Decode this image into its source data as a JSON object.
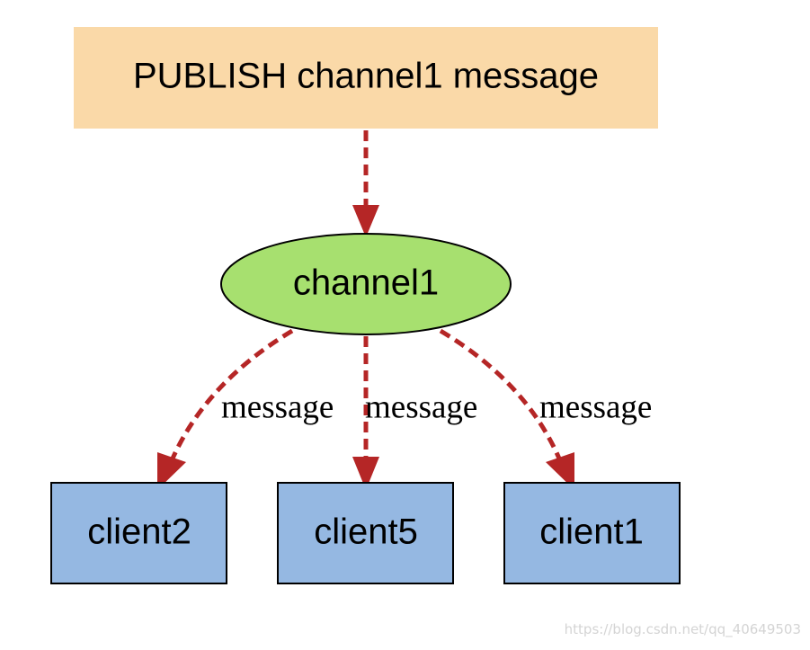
{
  "diagram": {
    "publish_box": {
      "label": "PUBLISH channel1 message",
      "fill": "#fad9a8"
    },
    "channel": {
      "label": "channel1",
      "fill": "#a7e06f"
    },
    "clients": [
      {
        "label": "client2"
      },
      {
        "label": "client5"
      },
      {
        "label": "client1"
      }
    ],
    "client_fill": "#95b8e2",
    "edges": [
      {
        "from": "publish_box",
        "to": "channel",
        "label": ""
      },
      {
        "from": "channel",
        "to": "client2",
        "label": "message"
      },
      {
        "from": "channel",
        "to": "client5",
        "label": "message"
      },
      {
        "from": "channel",
        "to": "client1",
        "label": "message"
      }
    ],
    "edge_color": "#b52626",
    "edge_style": "dashed"
  },
  "watermark": {
    "text": "https://blog.csdn.net/qq_40649503"
  }
}
